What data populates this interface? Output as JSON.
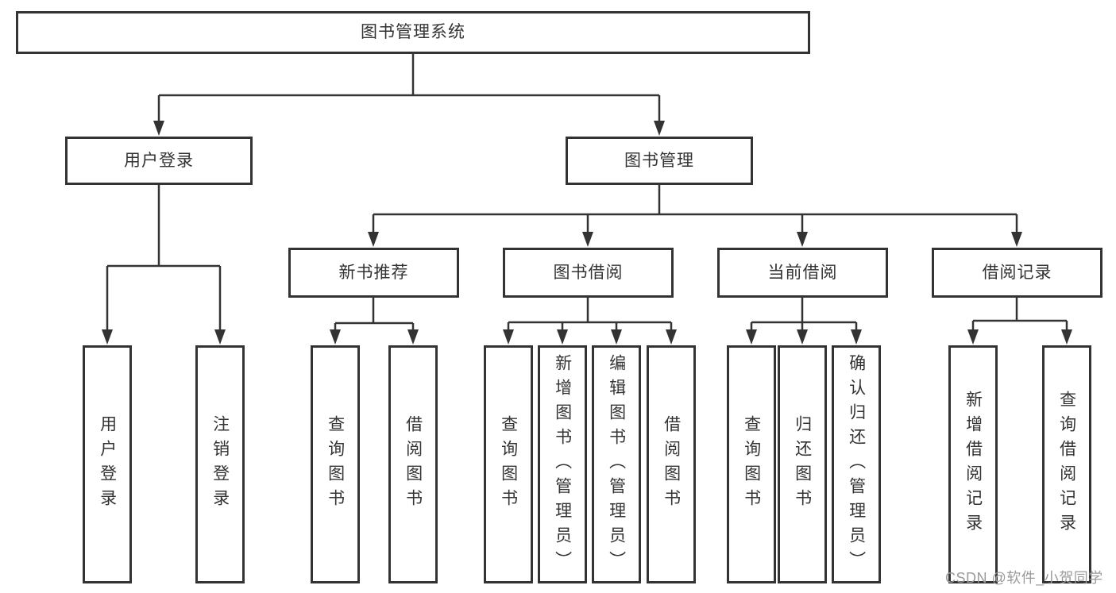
{
  "diagram": {
    "root": {
      "label": "图书管理系统",
      "children": [
        {
          "label": "用户登录",
          "children": [
            {
              "label": "用户登录"
            },
            {
              "label": "注销登录"
            }
          ]
        },
        {
          "label": "图书管理",
          "children": [
            {
              "label": "新书推荐",
              "children": [
                {
                  "label": "查询图书"
                },
                {
                  "label": "借阅图书"
                }
              ]
            },
            {
              "label": "图书借阅",
              "children": [
                {
                  "label": "查询图书"
                },
                {
                  "label": "新增图书（管理员）"
                },
                {
                  "label": "编辑图书（管理员）"
                },
                {
                  "label": "借阅图书"
                }
              ]
            },
            {
              "label": "当前借阅",
              "children": [
                {
                  "label": "查询图书"
                },
                {
                  "label": "归还图书"
                },
                {
                  "label": "确认归还（管理员）"
                }
              ]
            },
            {
              "label": "借阅记录",
              "children": [
                {
                  "label": "新增借阅记录"
                },
                {
                  "label": "查询借阅记录"
                }
              ]
            }
          ]
        }
      ]
    },
    "line_color": "#333333",
    "background_color": "#ffffff"
  },
  "watermark": {
    "text": "CSDN @软件_小贺同学"
  }
}
